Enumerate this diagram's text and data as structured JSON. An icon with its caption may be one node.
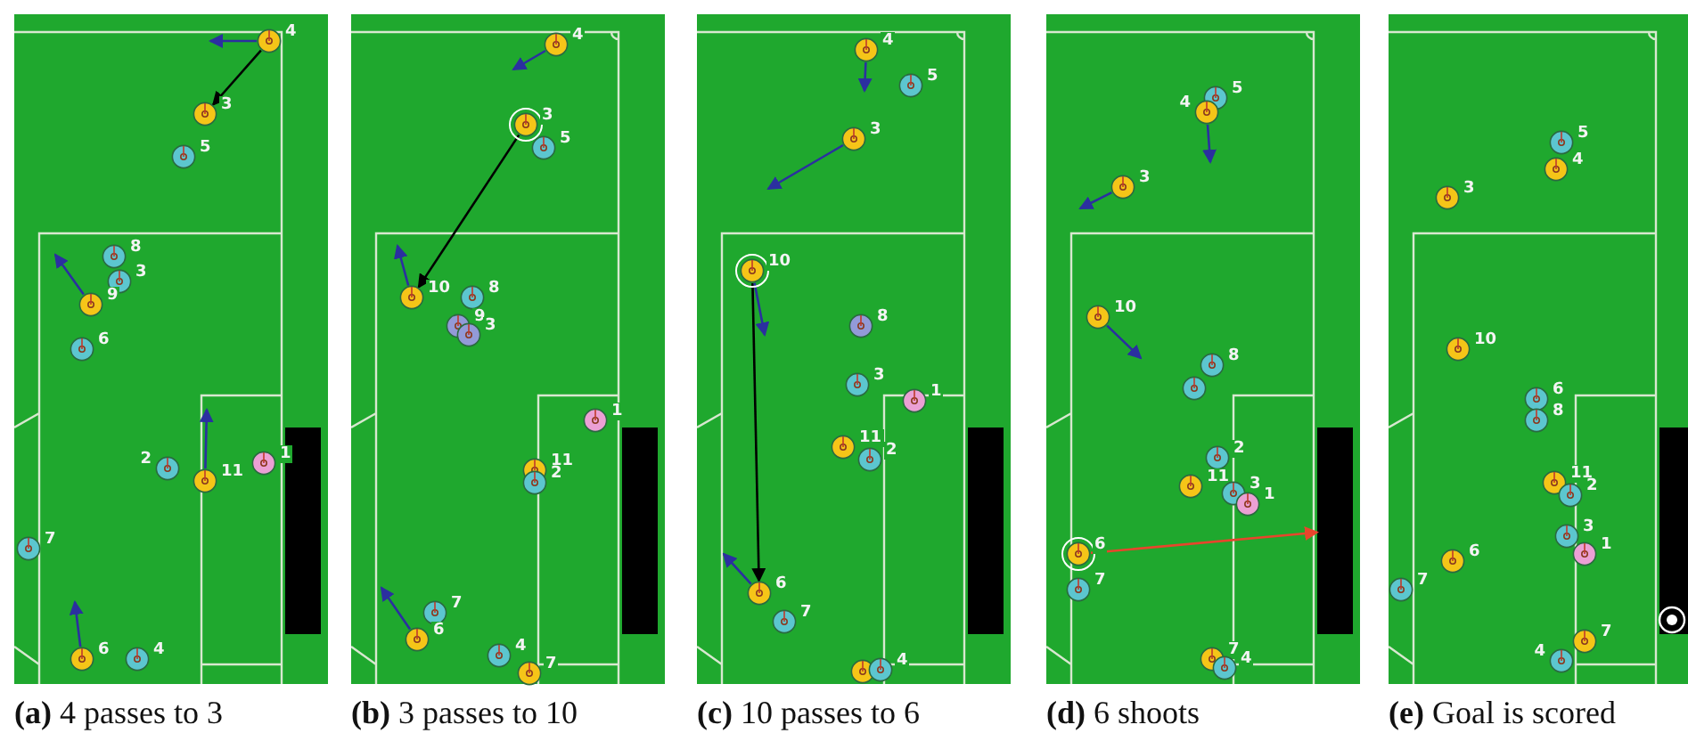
{
  "diagram": {
    "nodes": [
      {
        "text": [
          "**(a)** 4 passes to 3"
        ]
      },
      {
        "text": [
          "4"
        ],
        "in": 0
      },
      {
        "text": [
          "3"
        ],
        "in": 0
      },
      {
        "text": [
          "5"
        ],
        "in": 0
      },
      {
        "text": [
          "8"
        ],
        "in": 0
      },
      {
        "text": [
          "3"
        ],
        "in": 0
      },
      {
        "text": [
          "9"
        ],
        "in": 0
      },
      {
        "text": [
          "6"
        ],
        "in": 0
      },
      {
        "text": [
          "1"
        ],
        "in": 0
      },
      {
        "text": [
          "2"
        ],
        "in": 0
      },
      {
        "text": [
          "11"
        ],
        "in": 0
      },
      {
        "text": [
          "7"
        ],
        "in": 0
      },
      {
        "text": [
          "6"
        ],
        "in": 0
      },
      {
        "text": [
          "4"
        ],
        "in": 0
      },
      {
        "text": [
          "**(b)** 3 passes to 10"
        ]
      },
      {
        "text": [
          "4"
        ],
        "in": 14
      },
      {
        "text": [
          "3"
        ],
        "in": 14
      },
      {
        "text": [
          "5"
        ],
        "in": 14
      },
      {
        "text": [
          "10"
        ],
        "in": 14
      },
      {
        "text": [
          "8"
        ],
        "in": 14
      },
      {
        "text": [
          "9"
        ],
        "in": 14
      },
      {
        "text": [
          "3"
        ],
        "in": 14
      },
      {
        "text": [
          "1"
        ],
        "in": 14
      },
      {
        "text": [
          "11"
        ],
        "in": 14
      },
      {
        "text": [
          "2"
        ],
        "in": 14
      },
      {
        "text": [
          "7"
        ],
        "in": 14
      },
      {
        "text": [
          "6"
        ],
        "in": 14
      },
      {
        "text": [
          "4"
        ],
        "in": 14
      },
      {
        "text": [
          "7"
        ],
        "in": 14
      },
      {
        "text": [
          "**(c)** 10 passes to 6"
        ]
      },
      {
        "text": [
          "4"
        ],
        "in": 29
      },
      {
        "text": [
          "5"
        ],
        "in": 29
      },
      {
        "text": [
          "3"
        ],
        "in": 29
      },
      {
        "text": [
          "10"
        ],
        "in": 29
      },
      {
        "text": [
          "8"
        ],
        "in": 29
      },
      {
        "text": [
          "3"
        ],
        "in": 29
      },
      {
        "text": [
          "1"
        ],
        "in": 29
      },
      {
        "text": [
          "11"
        ],
        "in": 29
      },
      {
        "text": [
          "2"
        ],
        "in": 29
      },
      {
        "text": [
          "6"
        ],
        "in": 29
      },
      {
        "text": [
          "7"
        ],
        "in": 29
      },
      {
        "text": [],
        "shape": "circle",
        "in": 29
      },
      {
        "text": [
          "4"
        ],
        "in": 29
      },
      {
        "text": [
          "**(d)** 6 shoots"
        ]
      },
      {
        "text": [
          "5"
        ],
        "in": 43
      },
      {
        "text": [
          "4"
        ],
        "in": 43
      },
      {
        "text": [
          "3"
        ],
        "in": 43
      },
      {
        "text": [
          "10"
        ],
        "in": 43
      },
      {
        "text": [
          "8"
        ],
        "in": 43
      },
      {
        "text": [],
        "shape": "circle",
        "in": 43
      },
      {
        "text": [
          "2"
        ],
        "in": 43
      },
      {
        "text": [
          "11"
        ],
        "in": 43
      },
      {
        "text": [
          "3"
        ],
        "in": 43
      },
      {
        "text": [
          "1"
        ],
        "in": 43
      },
      {
        "text": [
          "6"
        ],
        "in": 43
      },
      {
        "text": [
          "7"
        ],
        "in": 43
      },
      {
        "text": [
          "7"
        ],
        "in": 43
      },
      {
        "text": [
          "4"
        ],
        "in": 43
      },
      {
        "text": [],
        "shape": "box",
        "in": 43
      },
      {
        "text": [
          "**(e)** Goal is scored"
        ]
      },
      {
        "text": [
          "5"
        ],
        "in": 59
      },
      {
        "text": [
          "4"
        ],
        "in": 59
      },
      {
        "text": [
          "3"
        ],
        "in": 59
      },
      {
        "text": [
          "10"
        ],
        "in": 59
      },
      {
        "text": [
          "6"
        ],
        "in": 59
      },
      {
        "text": [
          "8"
        ],
        "in": 59
      },
      {
        "text": [
          "11"
        ],
        "in": 59
      },
      {
        "text": [
          "2"
        ],
        "in": 59
      },
      {
        "text": [
          "3"
        ],
        "in": 59
      },
      {
        "text": [
          "1"
        ],
        "in": 59
      },
      {
        "text": [
          "6"
        ],
        "in": 59
      },
      {
        "text": [
          "7"
        ],
        "in": 59
      },
      {
        "text": [
          "7"
        ],
        "in": 59
      },
      {
        "text": [
          "4"
        ],
        "in": 59
      }
    ],
    "edges": [
      {
        "from": 1,
        "to": 2,
        "arrow": "to",
        "color": "#000000"
      },
      {
        "from": 1,
        "to": null,
        "arrow": "to"
      },
      {
        "from": 6,
        "to": null,
        "arrow": "to"
      },
      {
        "from": 10,
        "to": null,
        "arrow": "to"
      },
      {
        "from": 12,
        "to": null,
        "arrow": "to"
      },
      {
        "from": 16,
        "to": 18,
        "arrow": "to",
        "color": "#000000"
      },
      {
        "from": 15,
        "to": null,
        "arrow": "to"
      },
      {
        "from": 18,
        "to": null,
        "arrow": "to"
      },
      {
        "from": 26,
        "to": null,
        "arrow": "to"
      },
      {
        "from": 33,
        "to": 39,
        "arrow": "to",
        "color": "#000000"
      },
      {
        "from": 30,
        "to": null,
        "arrow": "to"
      },
      {
        "from": 32,
        "to": null,
        "arrow": "to"
      },
      {
        "from": 33,
        "to": null,
        "arrow": "to"
      },
      {
        "from": 39,
        "to": null,
        "arrow": "to"
      },
      {
        "from": 45,
        "to": null,
        "arrow": "to"
      },
      {
        "from": 46,
        "to": null,
        "arrow": "to"
      },
      {
        "from": 47,
        "to": null,
        "arrow": "to"
      },
      {
        "from": 54,
        "to": 58,
        "arrow": "to",
        "color": "#e8452c"
      }
    ]
  }
}
